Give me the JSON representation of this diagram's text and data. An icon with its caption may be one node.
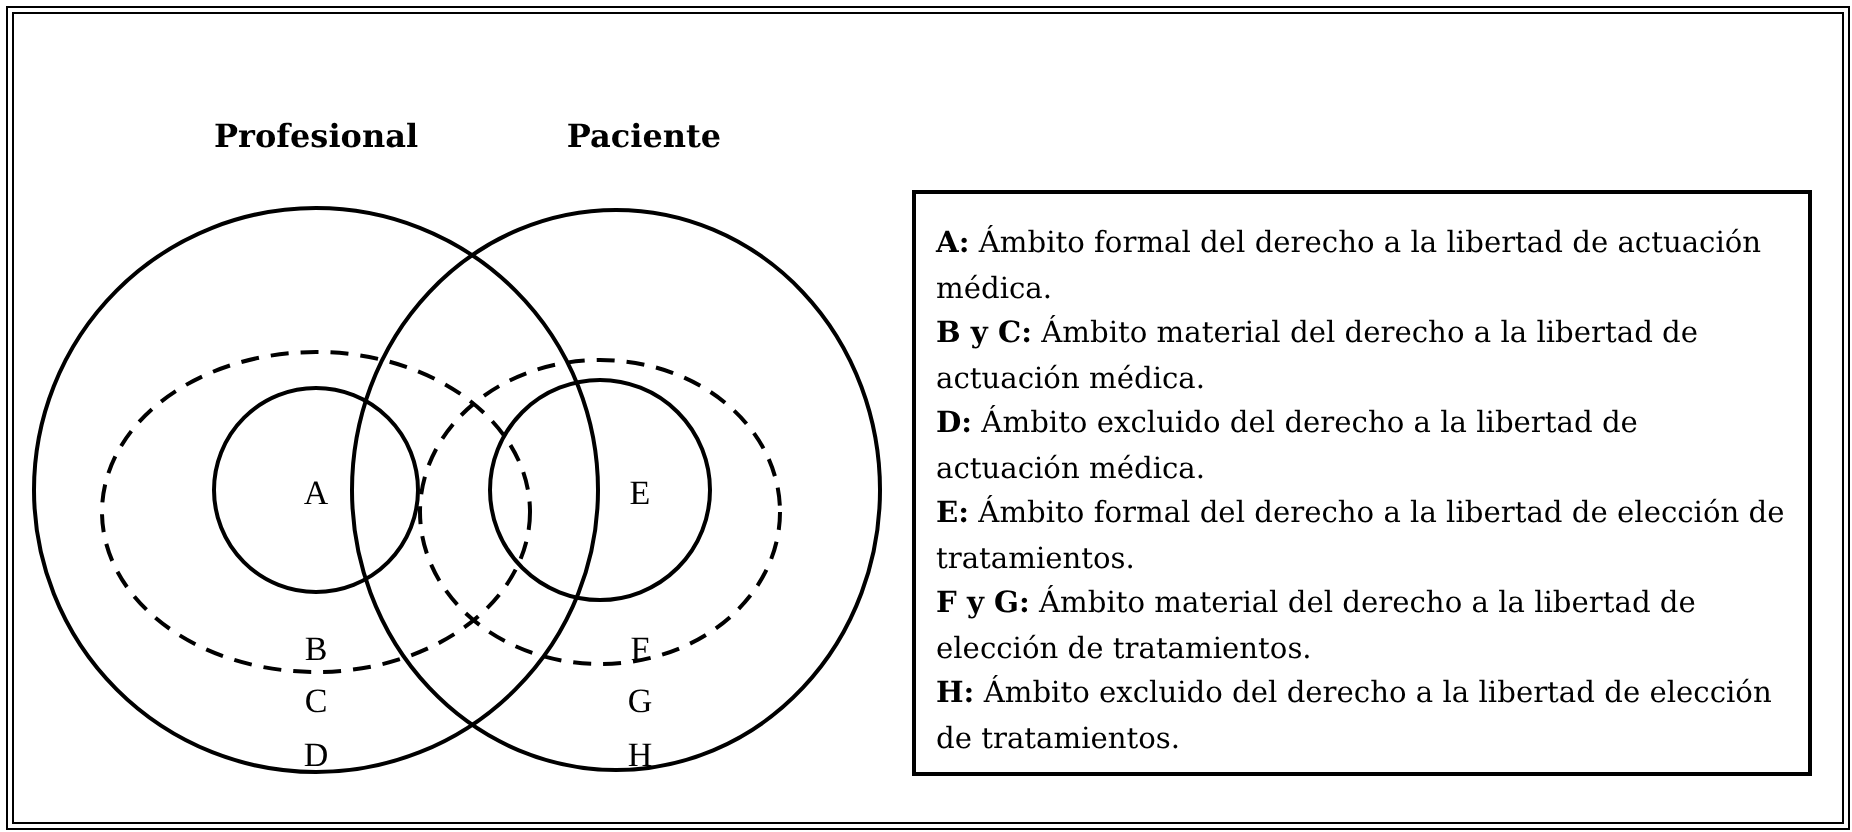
{
  "diagram": {
    "nodes": [
      {
        "text": [
          "**A:** Ámbito formal del derecho a la libertad de actuación médica.",
          "**B y C:** Ámbito material del derecho a la libertad de actuación médica.",
          "**D:** Ámbito excluido del derecho a la libertad de actuación médica.",
          "**E:** Ámbito formal del derecho a la libertad de elección de tratamientos.",
          "**F y G:** Ámbito material del derecho a la libertad de elección de tratamientos.",
          "**H:** Ámbito excluido del derecho a la libertad de elección de tratamientos."
        ]
      }
    ],
    "edges": [],
    "labels": [
      "Profesional",
      "Paciente",
      "A",
      "E",
      "B",
      "F",
      "C",
      "G",
      "D",
      "H"
    ]
  }
}
